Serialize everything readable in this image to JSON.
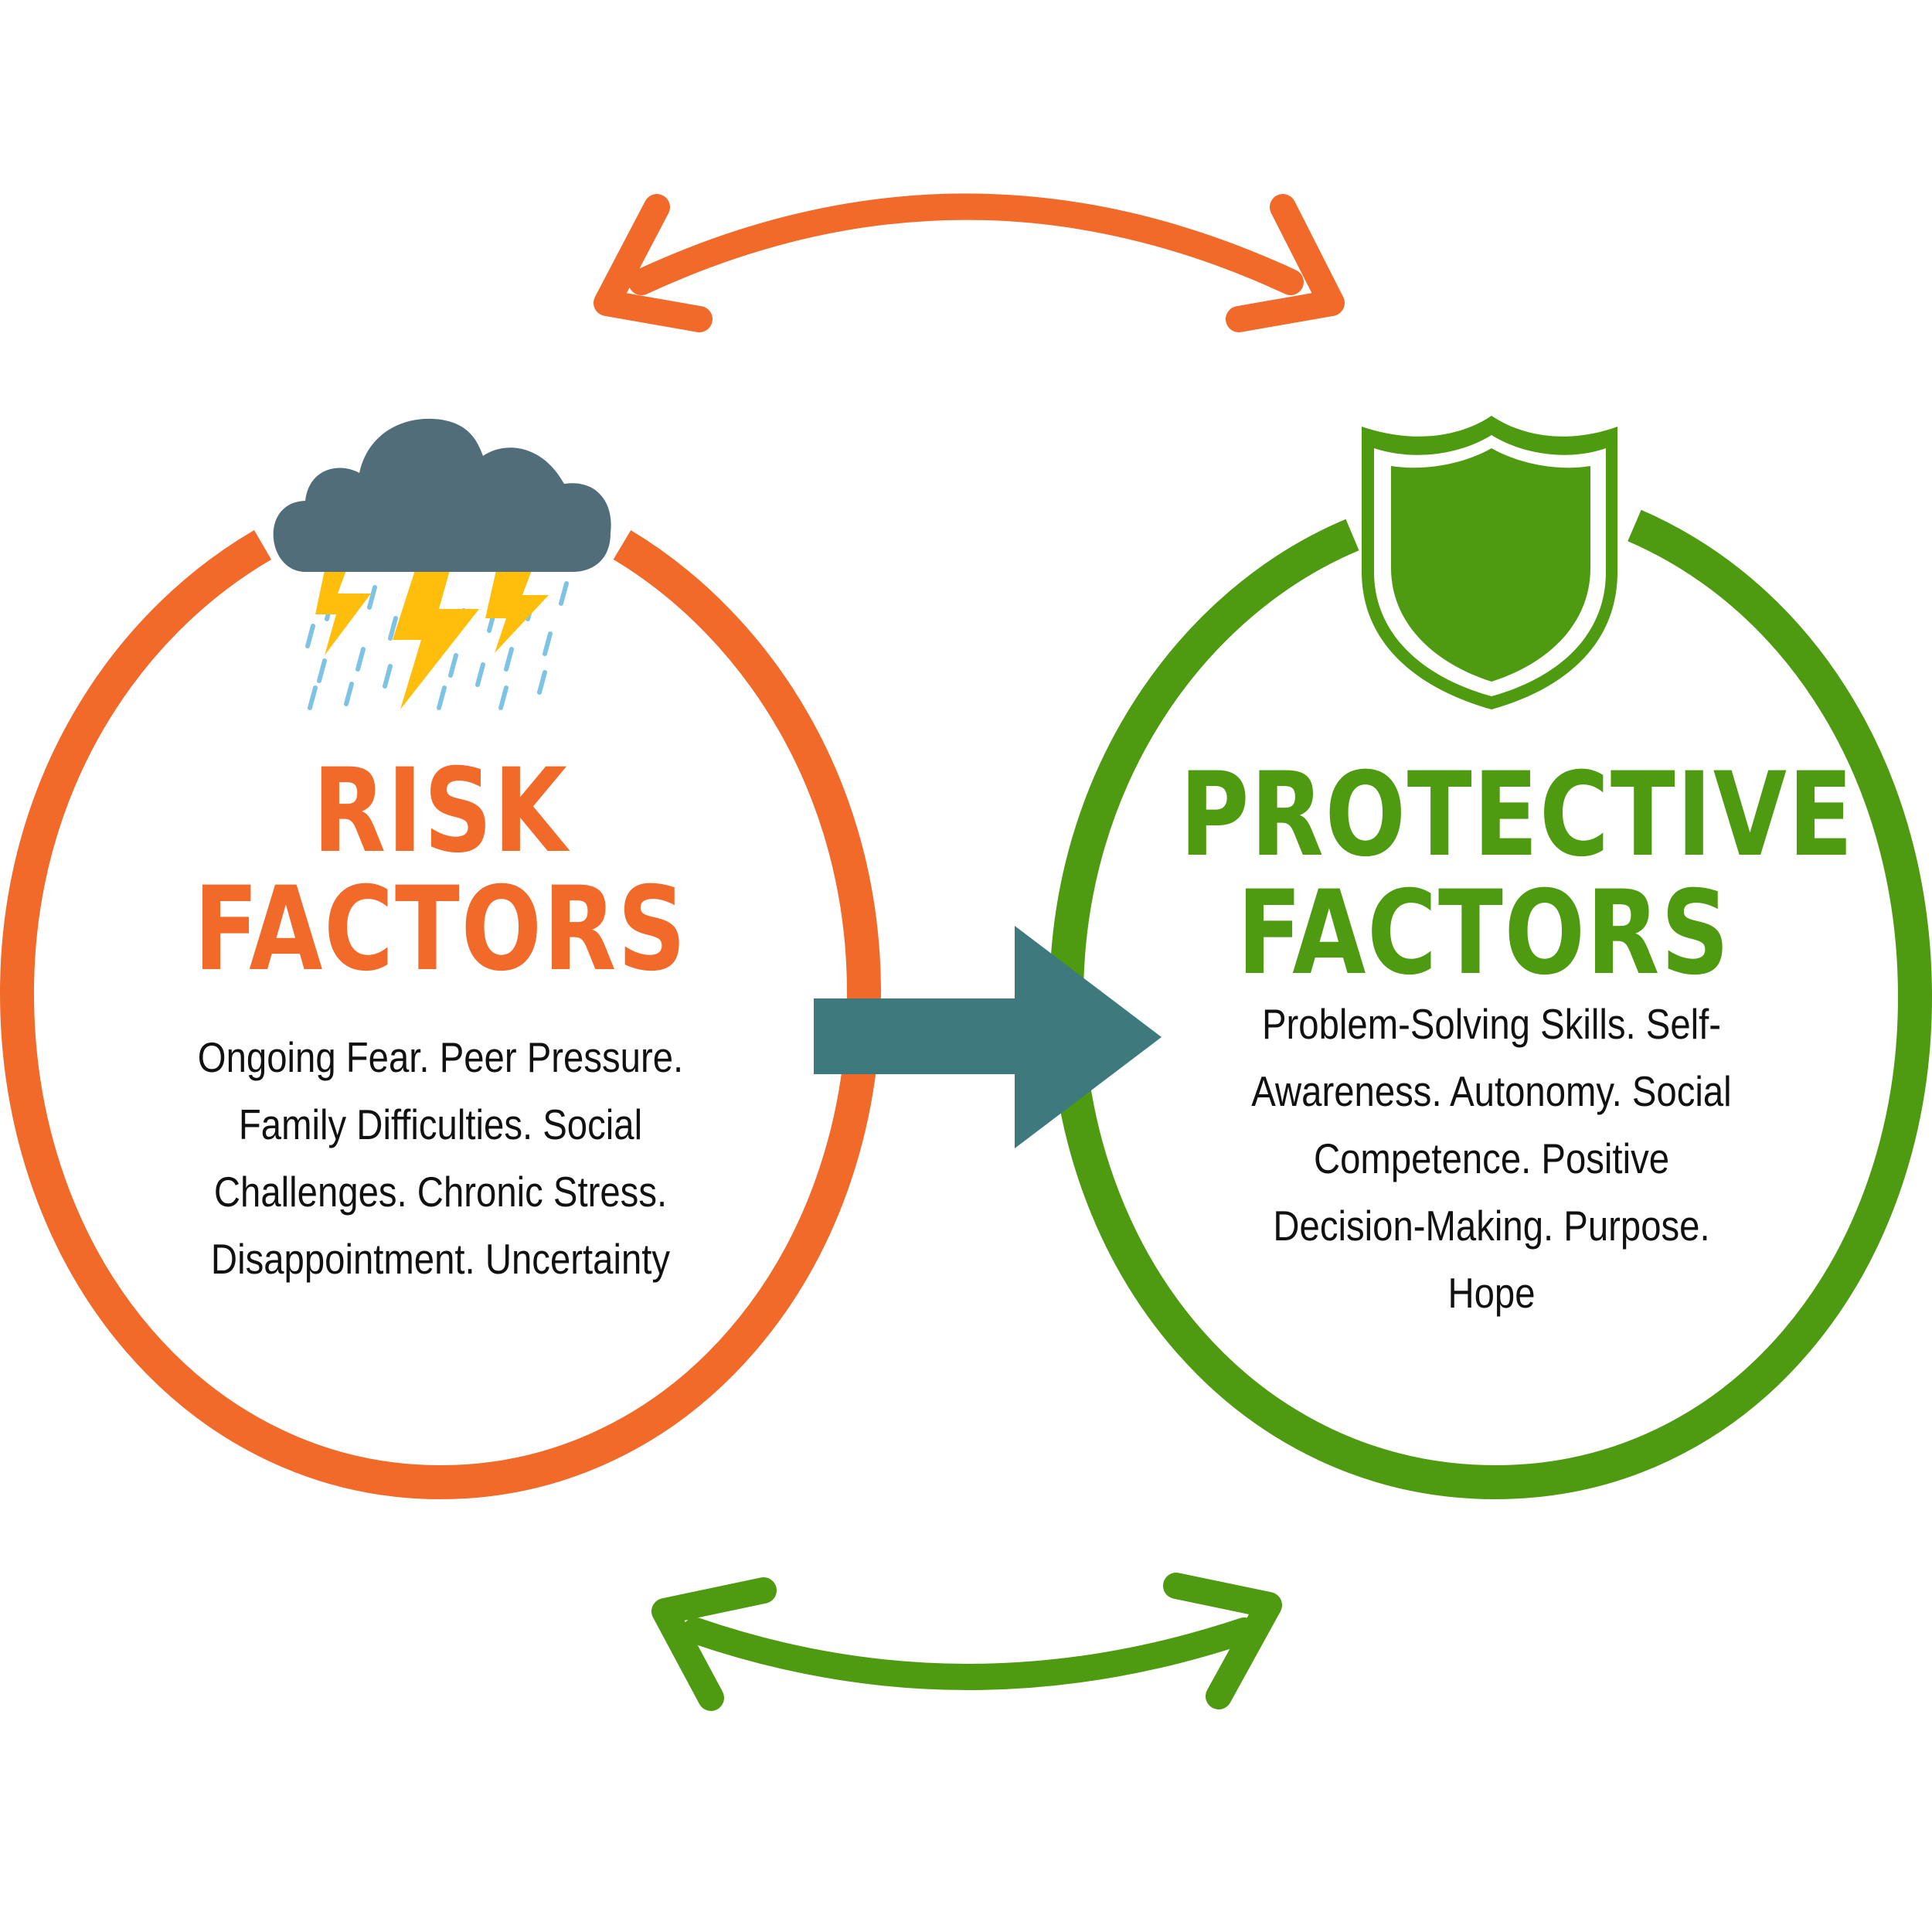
{
  "colors": {
    "risk": "#f26a2a",
    "protective": "#4e9a10",
    "arrow": "#3e7a7d",
    "cloud": "#526d7a",
    "lightning": "#ffbe0b",
    "rain": "#7ec3e6"
  },
  "icons": {
    "top_arrow": "double-headed-curved-arrow-icon",
    "bottom_arrow": "double-headed-curved-arrow-icon",
    "center_arrow": "right-arrow-icon",
    "risk_icon": "storm-cloud-icon",
    "protective_icon": "shield-icon"
  },
  "risk": {
    "title_line1": "RISK",
    "title_line2": "FACTORS",
    "text_lines": [
      "Ongoing Fear. Peer Pressure.",
      "Family Difficulties. Social",
      "Challenges. Chronic Stress.",
      "Disappointment. Uncertainty"
    ]
  },
  "protective": {
    "title_line1": "PROTECTIVE",
    "title_line2": "FACTORS",
    "text_lines": [
      "Problem-Solving Skills. Self-",
      "Awareness. Autonomy. Social",
      "Competence. Positive",
      "Decision-Making. Purpose.",
      "Hope"
    ]
  }
}
